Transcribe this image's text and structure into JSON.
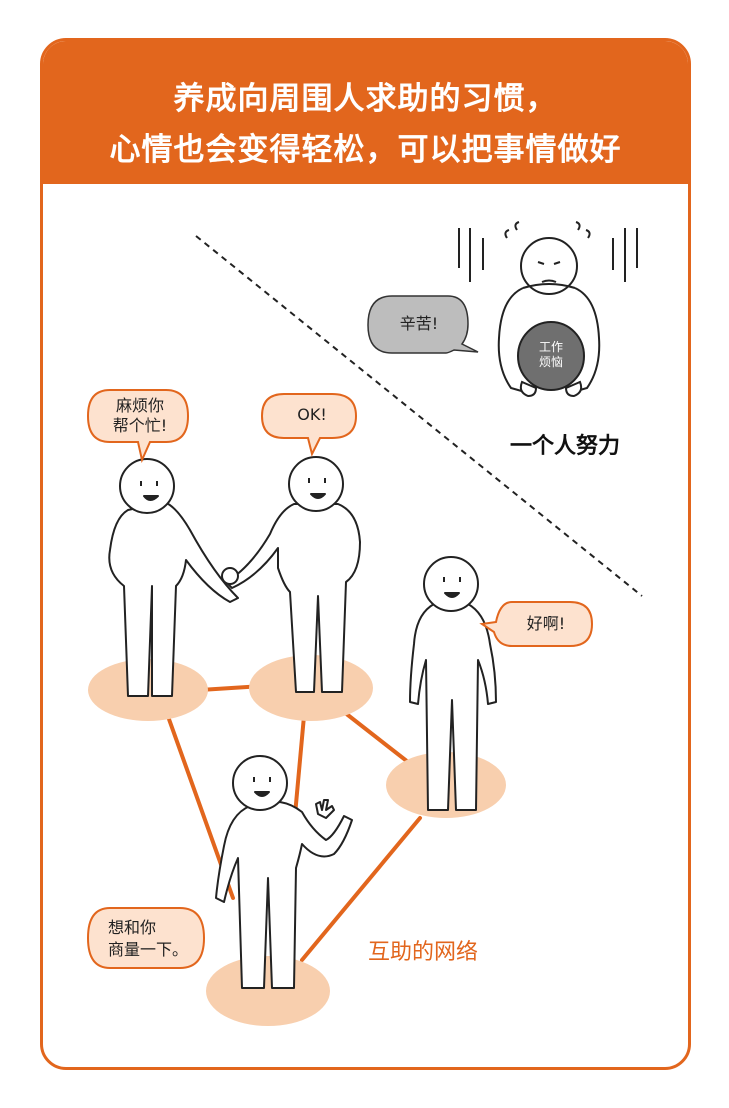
{
  "title": {
    "line1": "养成向周围人求助的习惯，",
    "line2": "心情也会变得轻松，可以把事情做好"
  },
  "solo": {
    "bubble": "辛苦!",
    "burden_line1": "工作",
    "burden_line2": "烦恼",
    "caption": "一个人努力"
  },
  "network": {
    "bubble_left_line1": "麻烦你",
    "bubble_left_line2": "帮个忙!",
    "bubble_ok": "OK!",
    "bubble_right": "好啊!",
    "bubble_bottom_line1": "想和你",
    "bubble_bottom_line2": "商量一下。",
    "caption": "互助的网络"
  },
  "colors": {
    "accent": "#e2661d",
    "spot": "#f8cfae",
    "bubble_fill": "#fde2cf",
    "gray_bubble": "#bdbdbd"
  }
}
